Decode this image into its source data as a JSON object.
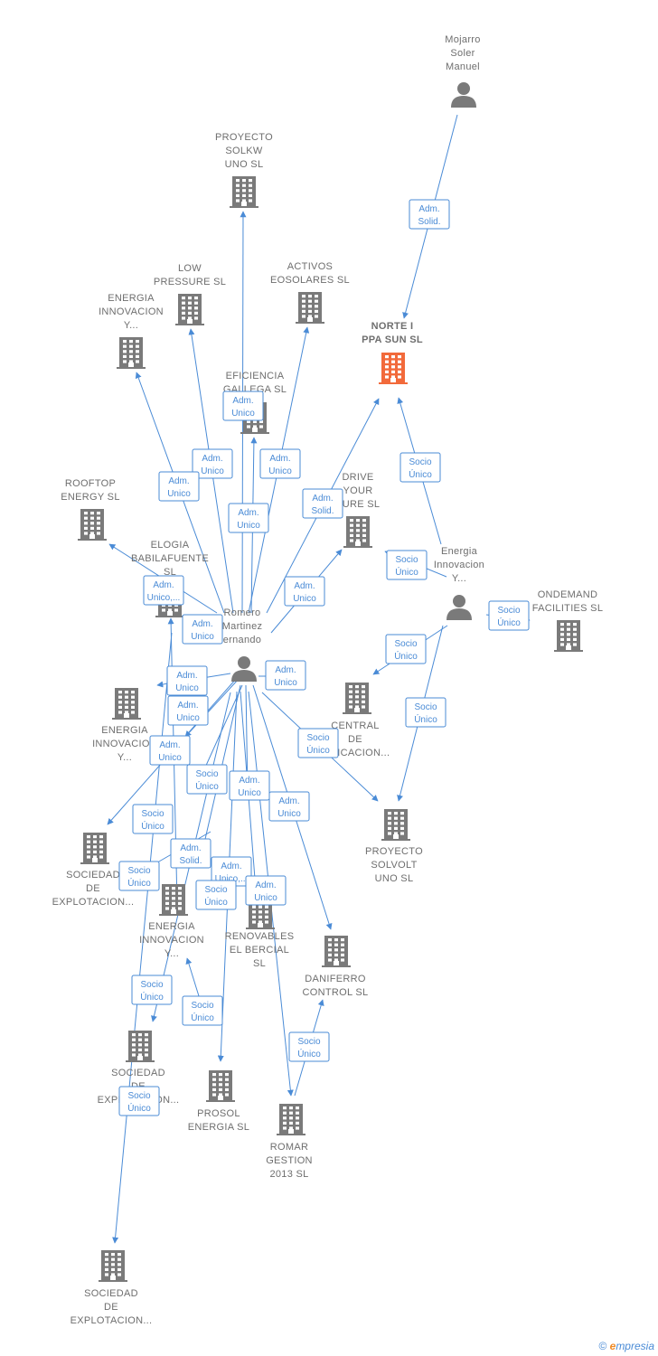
{
  "colors": {
    "edge": "#4a8bd6",
    "building": "#7a7a7a",
    "target": "#f26a3b",
    "person": "#7a7a7a"
  },
  "nodes": [
    {
      "id": "mojarro",
      "type": "person",
      "lines": [
        "Mojarro",
        "Soler",
        "Manuel"
      ]
    },
    {
      "id": "proyecto_solkw",
      "type": "company",
      "lines": [
        "PROYECTO",
        "SOLKW",
        "UNO  SL"
      ]
    },
    {
      "id": "low_pressure",
      "type": "company",
      "lines": [
        "LOW",
        "PRESSURE  SL"
      ]
    },
    {
      "id": "activos",
      "type": "company",
      "lines": [
        "ACTIVOS",
        "EOSOLARES SL"
      ]
    },
    {
      "id": "energia1",
      "type": "company",
      "lines": [
        "ENERGIA",
        "INNOVACION",
        "Y..."
      ]
    },
    {
      "id": "norte",
      "type": "target",
      "lines": [
        "NORTE I",
        "PPA SUN  SL"
      ]
    },
    {
      "id": "eficiencia",
      "type": "company",
      "lines": [
        "EFICIENCIA",
        "GALLEGA SL"
      ]
    },
    {
      "id": "rooftop",
      "type": "company",
      "lines": [
        "ROOFTOP",
        "ENERGY  SL"
      ]
    },
    {
      "id": "drive",
      "type": "company",
      "lines": [
        "DRIVE",
        "YOUR",
        "TURE  SL"
      ]
    },
    {
      "id": "elogia",
      "type": "company",
      "lines": [
        "ELOGIA",
        "BABILAFUENTE",
        "SL"
      ]
    },
    {
      "id": "energia_person",
      "type": "person",
      "lines": [
        "Energia",
        "Innovacion",
        "Y..."
      ]
    },
    {
      "id": "ondemand",
      "type": "company",
      "lines": [
        "ONDEMAND",
        "FACILITIES SL"
      ]
    },
    {
      "id": "romero",
      "type": "person",
      "lines": [
        "Romero",
        "Martinez",
        "ernando"
      ]
    },
    {
      "id": "energia2",
      "type": "company",
      "lines": [
        "ENERGIA",
        "INNOVACION",
        "Y..."
      ]
    },
    {
      "id": "central",
      "type": "company",
      "lines": [
        "CENTRAL",
        "DE",
        "RIFICACION..."
      ]
    },
    {
      "id": "proyecto_solvolt",
      "type": "company",
      "lines": [
        "PROYECTO",
        "SOLVOLT",
        "UNO  SL"
      ]
    },
    {
      "id": "sociedad1",
      "type": "company",
      "lines": [
        "SOCIEDAD",
        "DE",
        "EXPLOTACION..."
      ]
    },
    {
      "id": "energia3",
      "type": "company",
      "lines": [
        "ENERGIA",
        "INNOVACION",
        "Y..."
      ]
    },
    {
      "id": "renovables",
      "type": "company",
      "lines": [
        "RENOVABLES",
        "EL BERCIAL",
        "SL"
      ]
    },
    {
      "id": "daniferro",
      "type": "company",
      "lines": [
        "DANIFERRO",
        "CONTROL  SL"
      ]
    },
    {
      "id": "sociedad2",
      "type": "company",
      "lines": [
        "SOCIEDAD",
        "DE",
        "EXPLOTACION..."
      ]
    },
    {
      "id": "prosol",
      "type": "company",
      "lines": [
        "PROSOL",
        "ENERGIA  SL"
      ]
    },
    {
      "id": "romar",
      "type": "company",
      "lines": [
        "ROMAR",
        "GESTION",
        "2013  SL"
      ]
    },
    {
      "id": "sociedad3",
      "type": "company",
      "lines": [
        "SOCIEDAD",
        "DE",
        "EXPLOTACION..."
      ]
    }
  ],
  "edges": [
    {
      "id": "e1",
      "lines": [
        "Adm.",
        "Solid."
      ]
    },
    {
      "id": "e2",
      "lines": [
        "Adm.",
        "Unico"
      ]
    },
    {
      "id": "e3",
      "lines": [
        "Adm.",
        "Unico"
      ]
    },
    {
      "id": "e4",
      "lines": [
        "Adm.",
        "Unico"
      ]
    },
    {
      "id": "e5",
      "lines": [
        "Adm.",
        "Unico"
      ]
    },
    {
      "id": "e6",
      "lines": [
        "Adm.",
        "Unico"
      ]
    },
    {
      "id": "e7",
      "lines": [
        "Adm.",
        "Solid."
      ]
    },
    {
      "id": "e8",
      "lines": [
        "Socio",
        "Único"
      ]
    },
    {
      "id": "e9",
      "lines": [
        "Adm.",
        "Unico,..."
      ]
    },
    {
      "id": "e10",
      "lines": [
        "Adm.",
        "Unico"
      ]
    },
    {
      "id": "e11",
      "lines": [
        "Adm.",
        "Unico"
      ]
    },
    {
      "id": "e12",
      "lines": [
        "Socio",
        "Único"
      ]
    },
    {
      "id": "e13",
      "lines": [
        "Socio",
        "Único"
      ]
    },
    {
      "id": "e14",
      "lines": [
        "Adm.",
        "Unico"
      ]
    },
    {
      "id": "e15",
      "lines": [
        "Socio",
        "Único"
      ]
    },
    {
      "id": "e16",
      "lines": [
        "Adm.",
        "Unico"
      ]
    },
    {
      "id": "e17",
      "lines": [
        "Socio",
        "Único"
      ]
    },
    {
      "id": "e18",
      "lines": [
        "Adm.",
        "Unico"
      ]
    },
    {
      "id": "e19",
      "lines": [
        "Socio",
        "Único"
      ]
    },
    {
      "id": "e20",
      "lines": [
        "Socio",
        "Único"
      ]
    },
    {
      "id": "e21",
      "lines": [
        "Socio",
        "Único"
      ]
    },
    {
      "id": "e22",
      "lines": [
        "Adm.",
        "Unico"
      ]
    },
    {
      "id": "e23",
      "lines": [
        "Adm.",
        "Unico"
      ]
    },
    {
      "id": "e24",
      "lines": [
        "Socio",
        "Único"
      ]
    },
    {
      "id": "e25",
      "lines": [
        "Adm.",
        "Solid."
      ]
    },
    {
      "id": "e26",
      "lines": [
        "Adm.",
        "Unico,..."
      ]
    },
    {
      "id": "e27",
      "lines": [
        "Socio",
        "Único"
      ]
    },
    {
      "id": "e28",
      "lines": [
        "Adm.",
        "Unico"
      ]
    },
    {
      "id": "e29",
      "lines": [
        "Socio",
        "Único"
      ]
    },
    {
      "id": "e30",
      "lines": [
        "Socio",
        "Único"
      ]
    },
    {
      "id": "e31",
      "lines": [
        "Socio",
        "Único"
      ]
    },
    {
      "id": "e32",
      "lines": [
        "Socio",
        "Único"
      ]
    },
    {
      "id": "e33",
      "lines": [
        "Adm.",
        "Unico"
      ]
    }
  ],
  "footer": {
    "copyright": "©",
    "brand_e": "e",
    "brand_rest": "mpresia"
  }
}
